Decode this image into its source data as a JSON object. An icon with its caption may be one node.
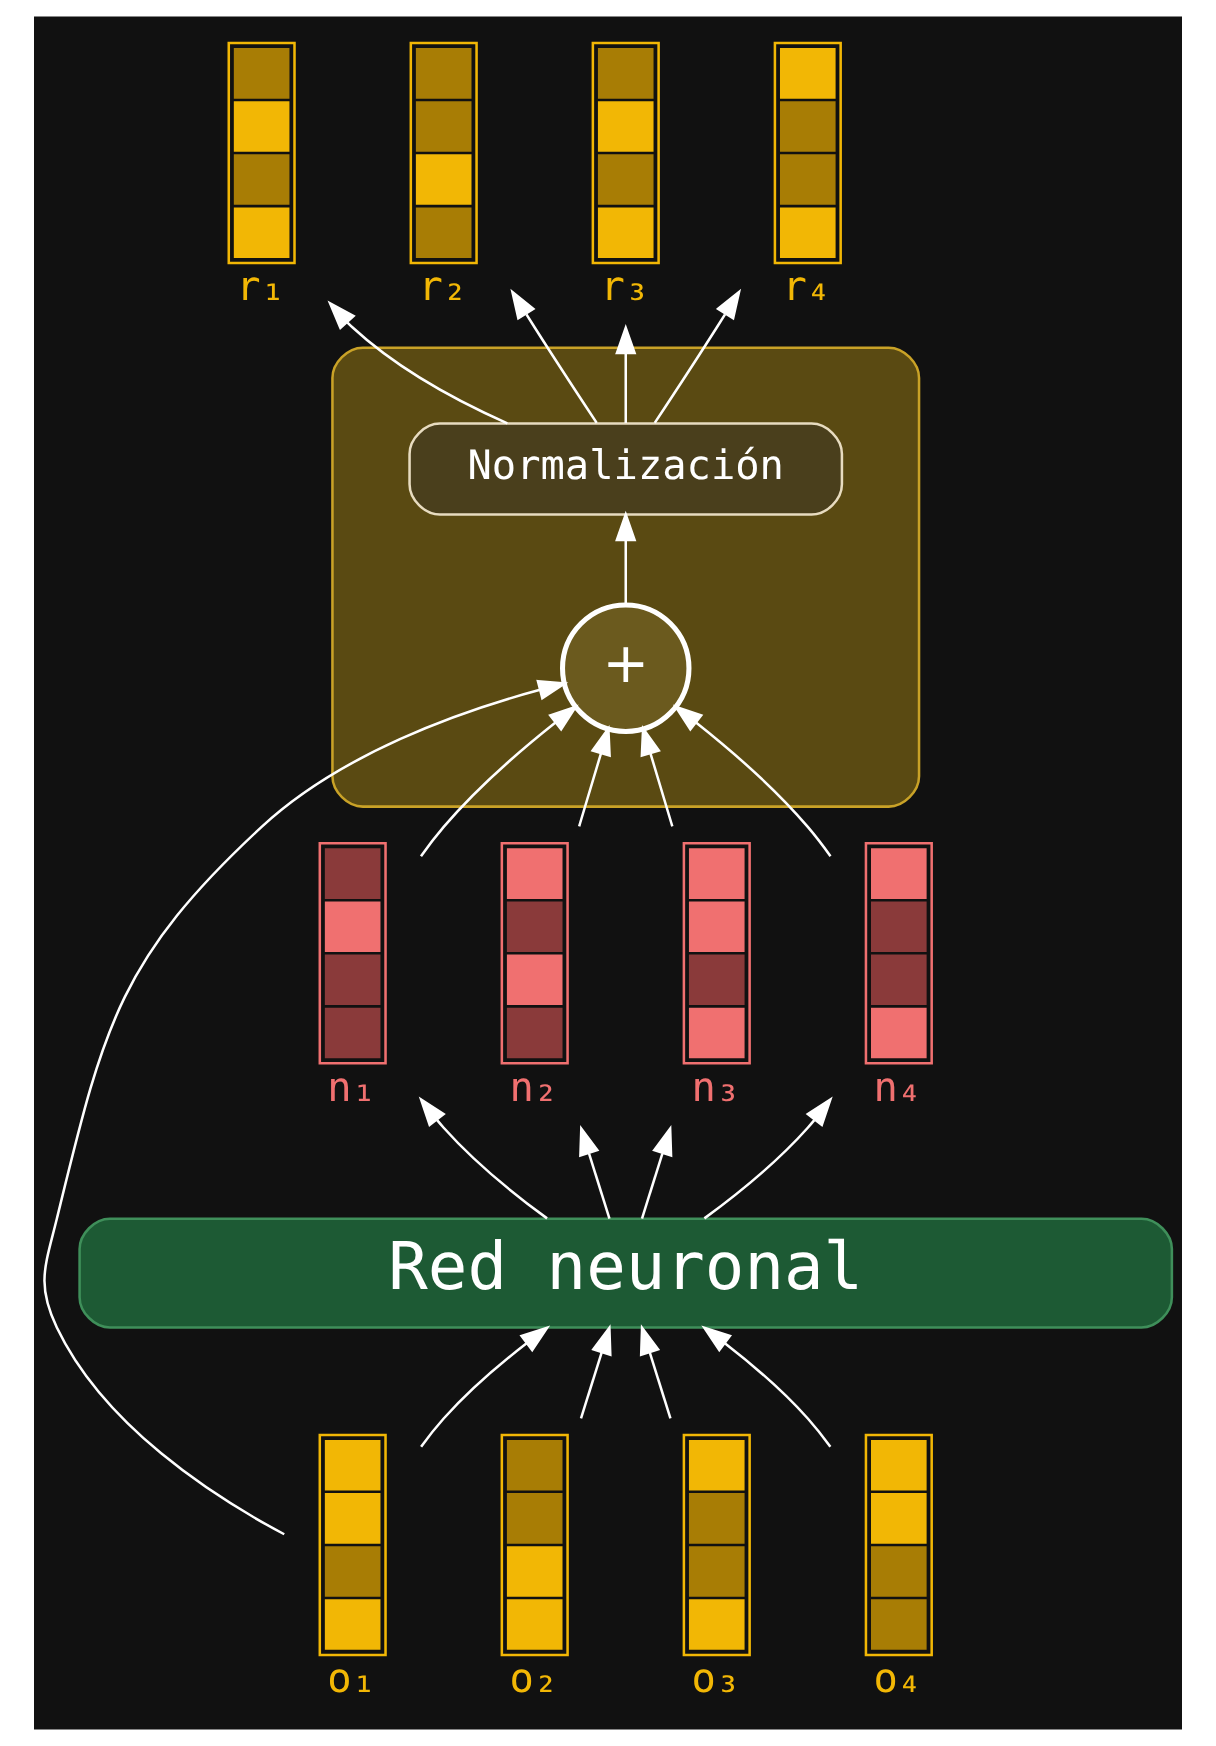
{
  "diagram": {
    "nodes": [
      {
        "text": [],
        "shape": "bar",
        "beside": [
          "r₁"
        ]
      },
      {
        "text": [],
        "shape": "bar",
        "beside": [
          "r₂"
        ]
      },
      {
        "text": [],
        "shape": "bar",
        "beside": [
          "r₃"
        ]
      },
      {
        "text": [],
        "shape": "bar",
        "beside": [
          "r₄"
        ]
      },
      {
        "text": [],
        "shape": "box"
      },
      {
        "text": [
          "Normalización"
        ],
        "in": 4
      },
      {
        "text": [
          "+"
        ],
        "in": 4
      },
      {
        "text": [],
        "shape": "bar",
        "beside": [
          "n₁"
        ]
      },
      {
        "text": [],
        "shape": "bar",
        "beside": [
          "n₂"
        ]
      },
      {
        "text": [],
        "shape": "bar",
        "beside": [
          "n₃"
        ]
      },
      {
        "text": [],
        "shape": "bar",
        "beside": [
          "n₄"
        ]
      },
      {
        "text": [
          "Red neuronal"
        ]
      },
      {
        "text": [],
        "shape": "bar",
        "beside": [
          "o₁"
        ]
      },
      {
        "text": [],
        "shape": "bar",
        "beside": [
          "o₂"
        ]
      },
      {
        "text": [],
        "shape": "bar",
        "beside": [
          "o₃"
        ]
      },
      {
        "text": [],
        "shape": "bar",
        "beside": [
          "o₄"
        ]
      }
    ],
    "edges": [
      {
        "from": 12,
        "to": 11,
        "arrow": "to"
      },
      {
        "from": 13,
        "to": 11,
        "arrow": "to"
      },
      {
        "from": 14,
        "to": 11,
        "arrow": "to"
      },
      {
        "from": 15,
        "to": 11,
        "arrow": "to"
      },
      {
        "from": 11,
        "to": 7,
        "arrow": "to"
      },
      {
        "from": 11,
        "to": 8,
        "arrow": "to"
      },
      {
        "from": 11,
        "to": 9,
        "arrow": "to"
      },
      {
        "from": 11,
        "to": 10,
        "arrow": "to"
      },
      {
        "from": 7,
        "to": 6,
        "arrow": "to"
      },
      {
        "from": 8,
        "to": 6,
        "arrow": "to"
      },
      {
        "from": 9,
        "to": 6,
        "arrow": "to"
      },
      {
        "from": 10,
        "to": 6,
        "arrow": "to"
      },
      {
        "from": 12,
        "to": 6,
        "arrow": "to"
      },
      {
        "from": 6,
        "to": 5,
        "arrow": "to"
      },
      {
        "from": 5,
        "to": 0,
        "arrow": "to"
      },
      {
        "from": 5,
        "to": 1,
        "arrow": "to"
      },
      {
        "from": 5,
        "to": 2,
        "arrow": "to"
      },
      {
        "from": 5,
        "to": 3,
        "arrow": "to"
      }
    ]
  }
}
